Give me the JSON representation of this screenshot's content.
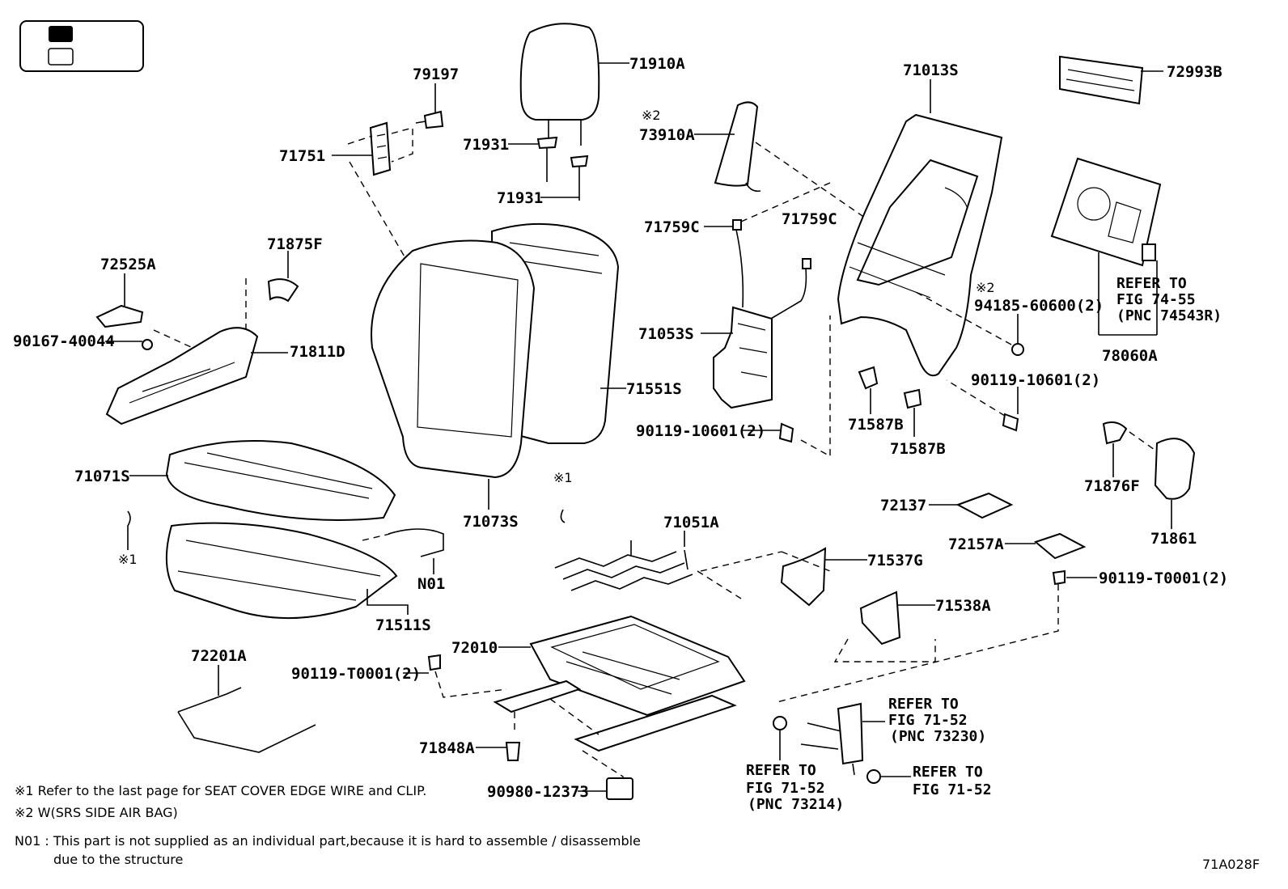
{
  "legend": {
    "filled_label": "",
    "outline_label": ""
  },
  "parts": {
    "p79197": "79197",
    "p71910A": "71910A",
    "p71931a": "71931",
    "p71931b": "71931",
    "p71751": "71751",
    "p73910A": "73910A",
    "p71013S": "71013S",
    "p72993B": "72993B",
    "p71759Ca": "71759C",
    "p71759Cb": "71759C",
    "p72525A": "72525A",
    "p71875F": "71875F",
    "p90167": "90167-40044",
    "p71811D": "71811D",
    "p71053S": "71053S",
    "p94185": "94185-60600(2)",
    "p90119_10601a": "90119-10601(2)",
    "p90119_10601b": "90119-10601(2)",
    "p71551S": "71551S",
    "p71587Ba": "71587B",
    "p71587Bb": "71587B",
    "p78060A": "78060A",
    "p71071S": "71071S",
    "p71073S": "71073S",
    "p71876F": "71876F",
    "p71861": "71861",
    "p72137": "72137",
    "p71051A": "71051A",
    "p72157A": "72157A",
    "p71537G": "71537G",
    "pN01": "N01",
    "p71511S": "71511S",
    "p90119_T0001a": "90119-T0001(2)",
    "p90119_T0001b": "90119-T0001(2)",
    "p71538A": "71538A",
    "p72010": "72010",
    "p72201A": "72201A",
    "p71848A": "71848A",
    "p90980": "90980-12373"
  },
  "marks": {
    "x1_top": "※1",
    "x1_left": "※1",
    "x2_airbag": "※2",
    "x2_bolt": "※2"
  },
  "refs": {
    "fig7455": {
      "line1": "REFER TO",
      "line2": "FIG 74-55",
      "line3": "(PNC 74543R)"
    },
    "fig7152_a": {
      "line1": "REFER TO",
      "line2": "FIG 71-52",
      "line3": "(PNC 73230)"
    },
    "fig7152_b": {
      "line1": "REFER TO",
      "line2": "FIG 71-52",
      "line3": "(PNC 73214)"
    },
    "fig7152_c": {
      "line1": "REFER TO",
      "line2": "FIG 71-52"
    }
  },
  "notes": {
    "n1": "※1  Refer to the last page for SEAT COVER EDGE WIRE and CLIP.",
    "n2": "※2  W(SRS SIDE AIR BAG)",
    "n3": "N01 : This part is not supplied as an individual part,because it is hard to assemble / disassemble",
    "n4": "due to the structure"
  },
  "figure_code": "71A028F"
}
